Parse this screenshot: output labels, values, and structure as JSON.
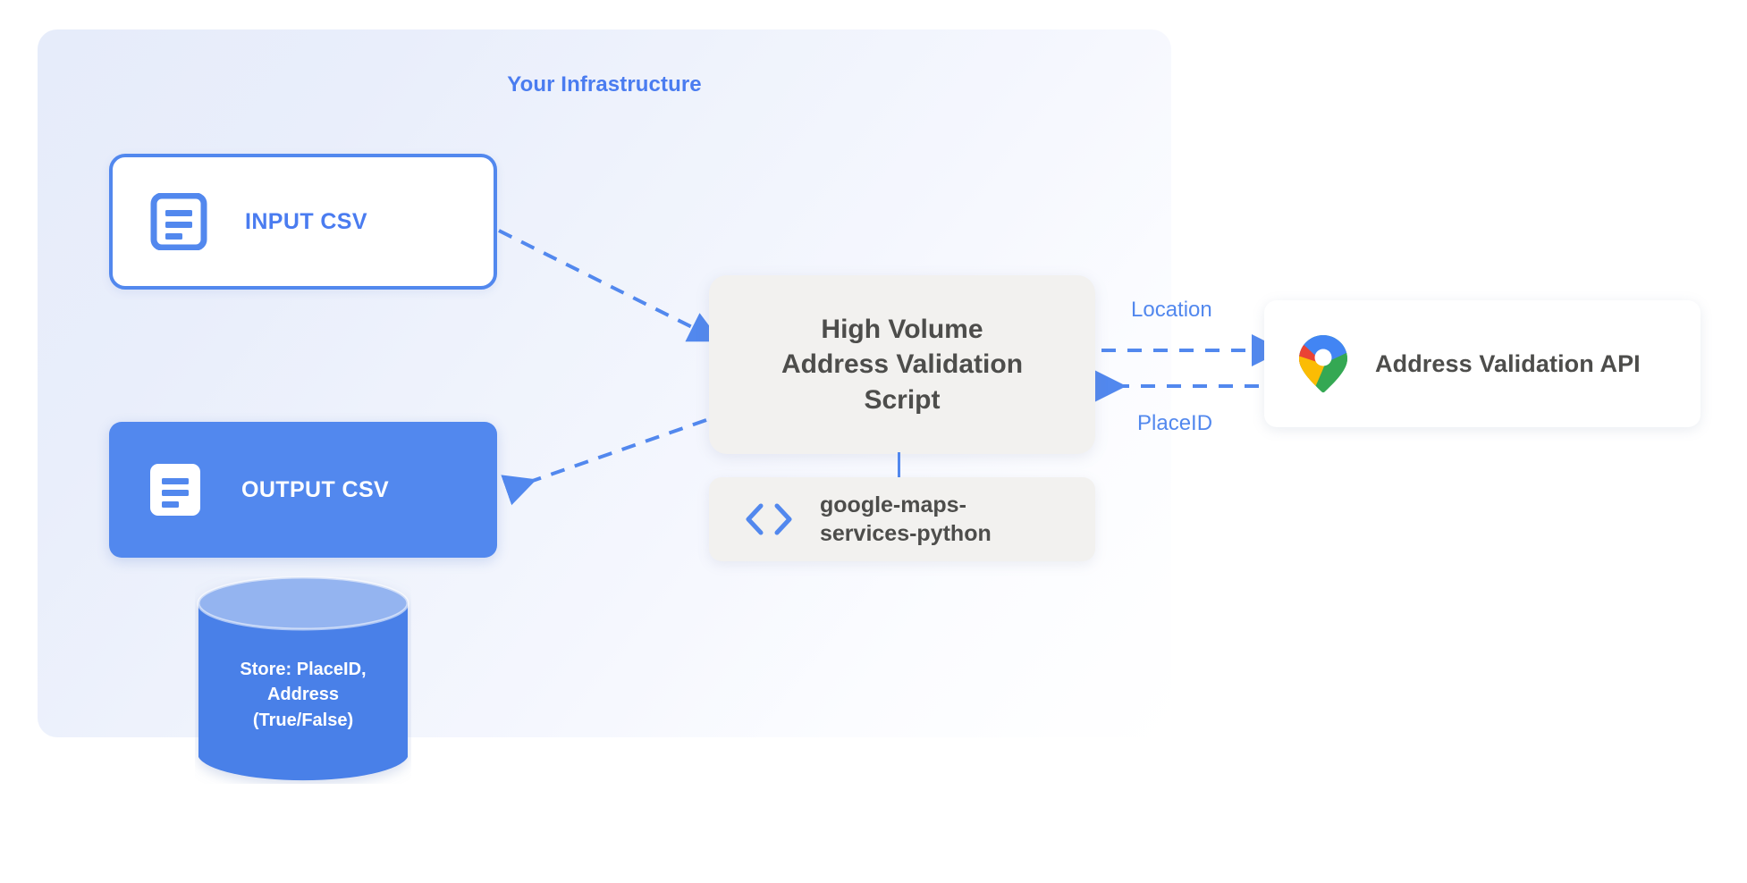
{
  "panel": {
    "title": "Your Infrastructure"
  },
  "nodes": {
    "input_csv": {
      "label": "INPUT CSV",
      "icon": "document-icon"
    },
    "output_csv": {
      "label": "OUTPUT CSV",
      "icon": "document-icon"
    },
    "script": {
      "line1": "High Volume",
      "line2": "Address Validation",
      "line3": "Script"
    },
    "library": {
      "line1": "google-maps-",
      "line2": "services-python",
      "icon": "code-brackets-icon"
    },
    "api": {
      "label": "Address Validation API",
      "icon": "google-maps-pin-icon"
    },
    "database": {
      "line1": "Store: PlaceID,",
      "line2": "Address",
      "line3": "(True/False)"
    }
  },
  "edges": {
    "location_label": "Location",
    "placeid_label": "PlaceID"
  },
  "colors": {
    "brand_blue": "#5288ee",
    "label_blue": "#4a7cf0",
    "panel_tint": "#e6ecfa",
    "box_gray": "#f2f1ef",
    "text_dark": "#4d4d4b",
    "db_top": "#94b4f0",
    "db_body": "#4a80e8",
    "pin_blue": "#4285f4",
    "pin_red": "#ea4335",
    "pin_yellow": "#fbbc04",
    "pin_green": "#34a853"
  }
}
